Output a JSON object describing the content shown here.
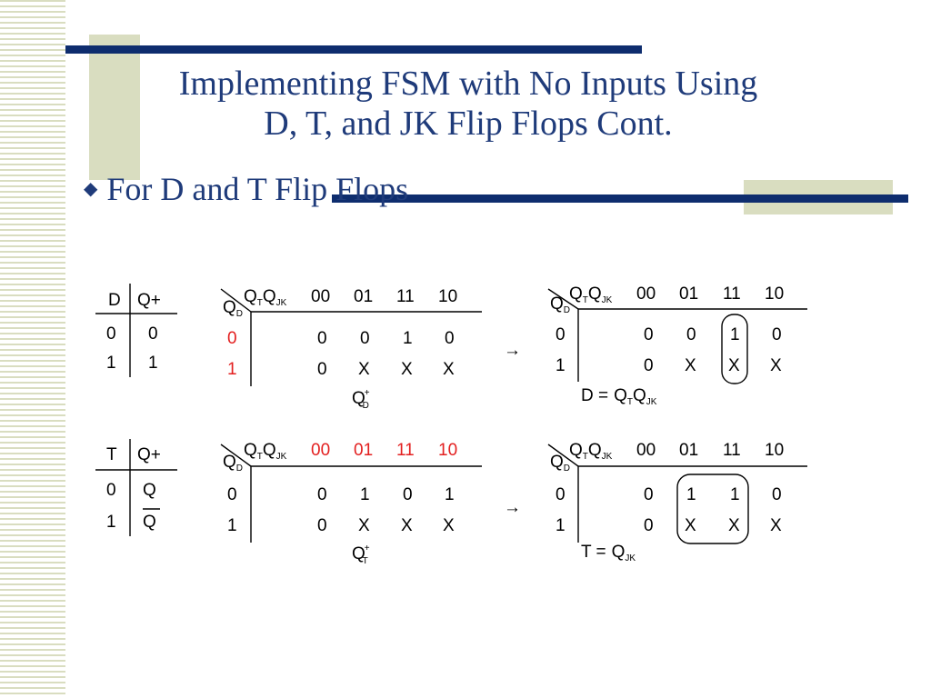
{
  "slide": {
    "title_line1": "Implementing FSM with No Inputs Using",
    "title_line2": "D, T, and JK Flip Flops Cont.",
    "bullet": "For D and T Flip Flops",
    "colors": {
      "title": "#1f3b7a",
      "bar_blue": "#0e2d6e",
      "bar_tan": "#d9ddc0",
      "red": "#e32020"
    }
  },
  "d_section": {
    "table": {
      "headers": [
        "D",
        "Q+"
      ],
      "rows": [
        [
          "0",
          "0"
        ],
        [
          "1",
          "1"
        ]
      ]
    },
    "kmap": {
      "col_var_main1": "Q",
      "col_var_sub1": "T",
      "col_var_main2": "Q",
      "col_var_sub2": "JK",
      "row_var_main": "Q",
      "row_var_sub": "D",
      "col_headers": [
        "00",
        "01",
        "11",
        "10"
      ],
      "row_headers": [
        "0",
        "1"
      ],
      "cells": [
        [
          "0",
          "0",
          "1",
          "0"
        ],
        [
          "0",
          "X",
          "X",
          "X"
        ]
      ],
      "caption_main": "Q",
      "caption_sub": "D",
      "caption_sup": "+"
    },
    "arrow": "→",
    "result": {
      "col_headers": [
        "00",
        "01",
        "11",
        "10"
      ],
      "row_headers": [
        "0",
        "1"
      ],
      "cells": [
        [
          "0",
          "0",
          "1",
          "0"
        ],
        [
          "0",
          "X",
          "X",
          "X"
        ]
      ],
      "equation_lhs": "D =",
      "equation_main1": "Q",
      "equation_sub1": "T",
      "equation_main2": "Q",
      "equation_sub2": "JK"
    }
  },
  "t_section": {
    "table": {
      "headers": [
        "T",
        "Q+"
      ],
      "rows": [
        [
          "0",
          "Q"
        ],
        [
          "1",
          "Q"
        ]
      ]
    },
    "kmap": {
      "col_headers": [
        "00",
        "01",
        "11",
        "10"
      ],
      "row_headers": [
        "0",
        "1"
      ],
      "cells": [
        [
          "0",
          "1",
          "0",
          "1"
        ],
        [
          "0",
          "X",
          "X",
          "X"
        ]
      ],
      "caption_main": "Q",
      "caption_sub": "T",
      "caption_sup": "+"
    },
    "arrow": "→",
    "result": {
      "col_headers": [
        "00",
        "01",
        "11",
        "10"
      ],
      "row_headers": [
        "0",
        "1"
      ],
      "cells": [
        [
          "0",
          "1",
          "1",
          "0"
        ],
        [
          "0",
          "X",
          "X",
          "X"
        ]
      ],
      "equation_lhs": "T =",
      "equation_main": "Q",
      "equation_sub": "JK"
    }
  }
}
